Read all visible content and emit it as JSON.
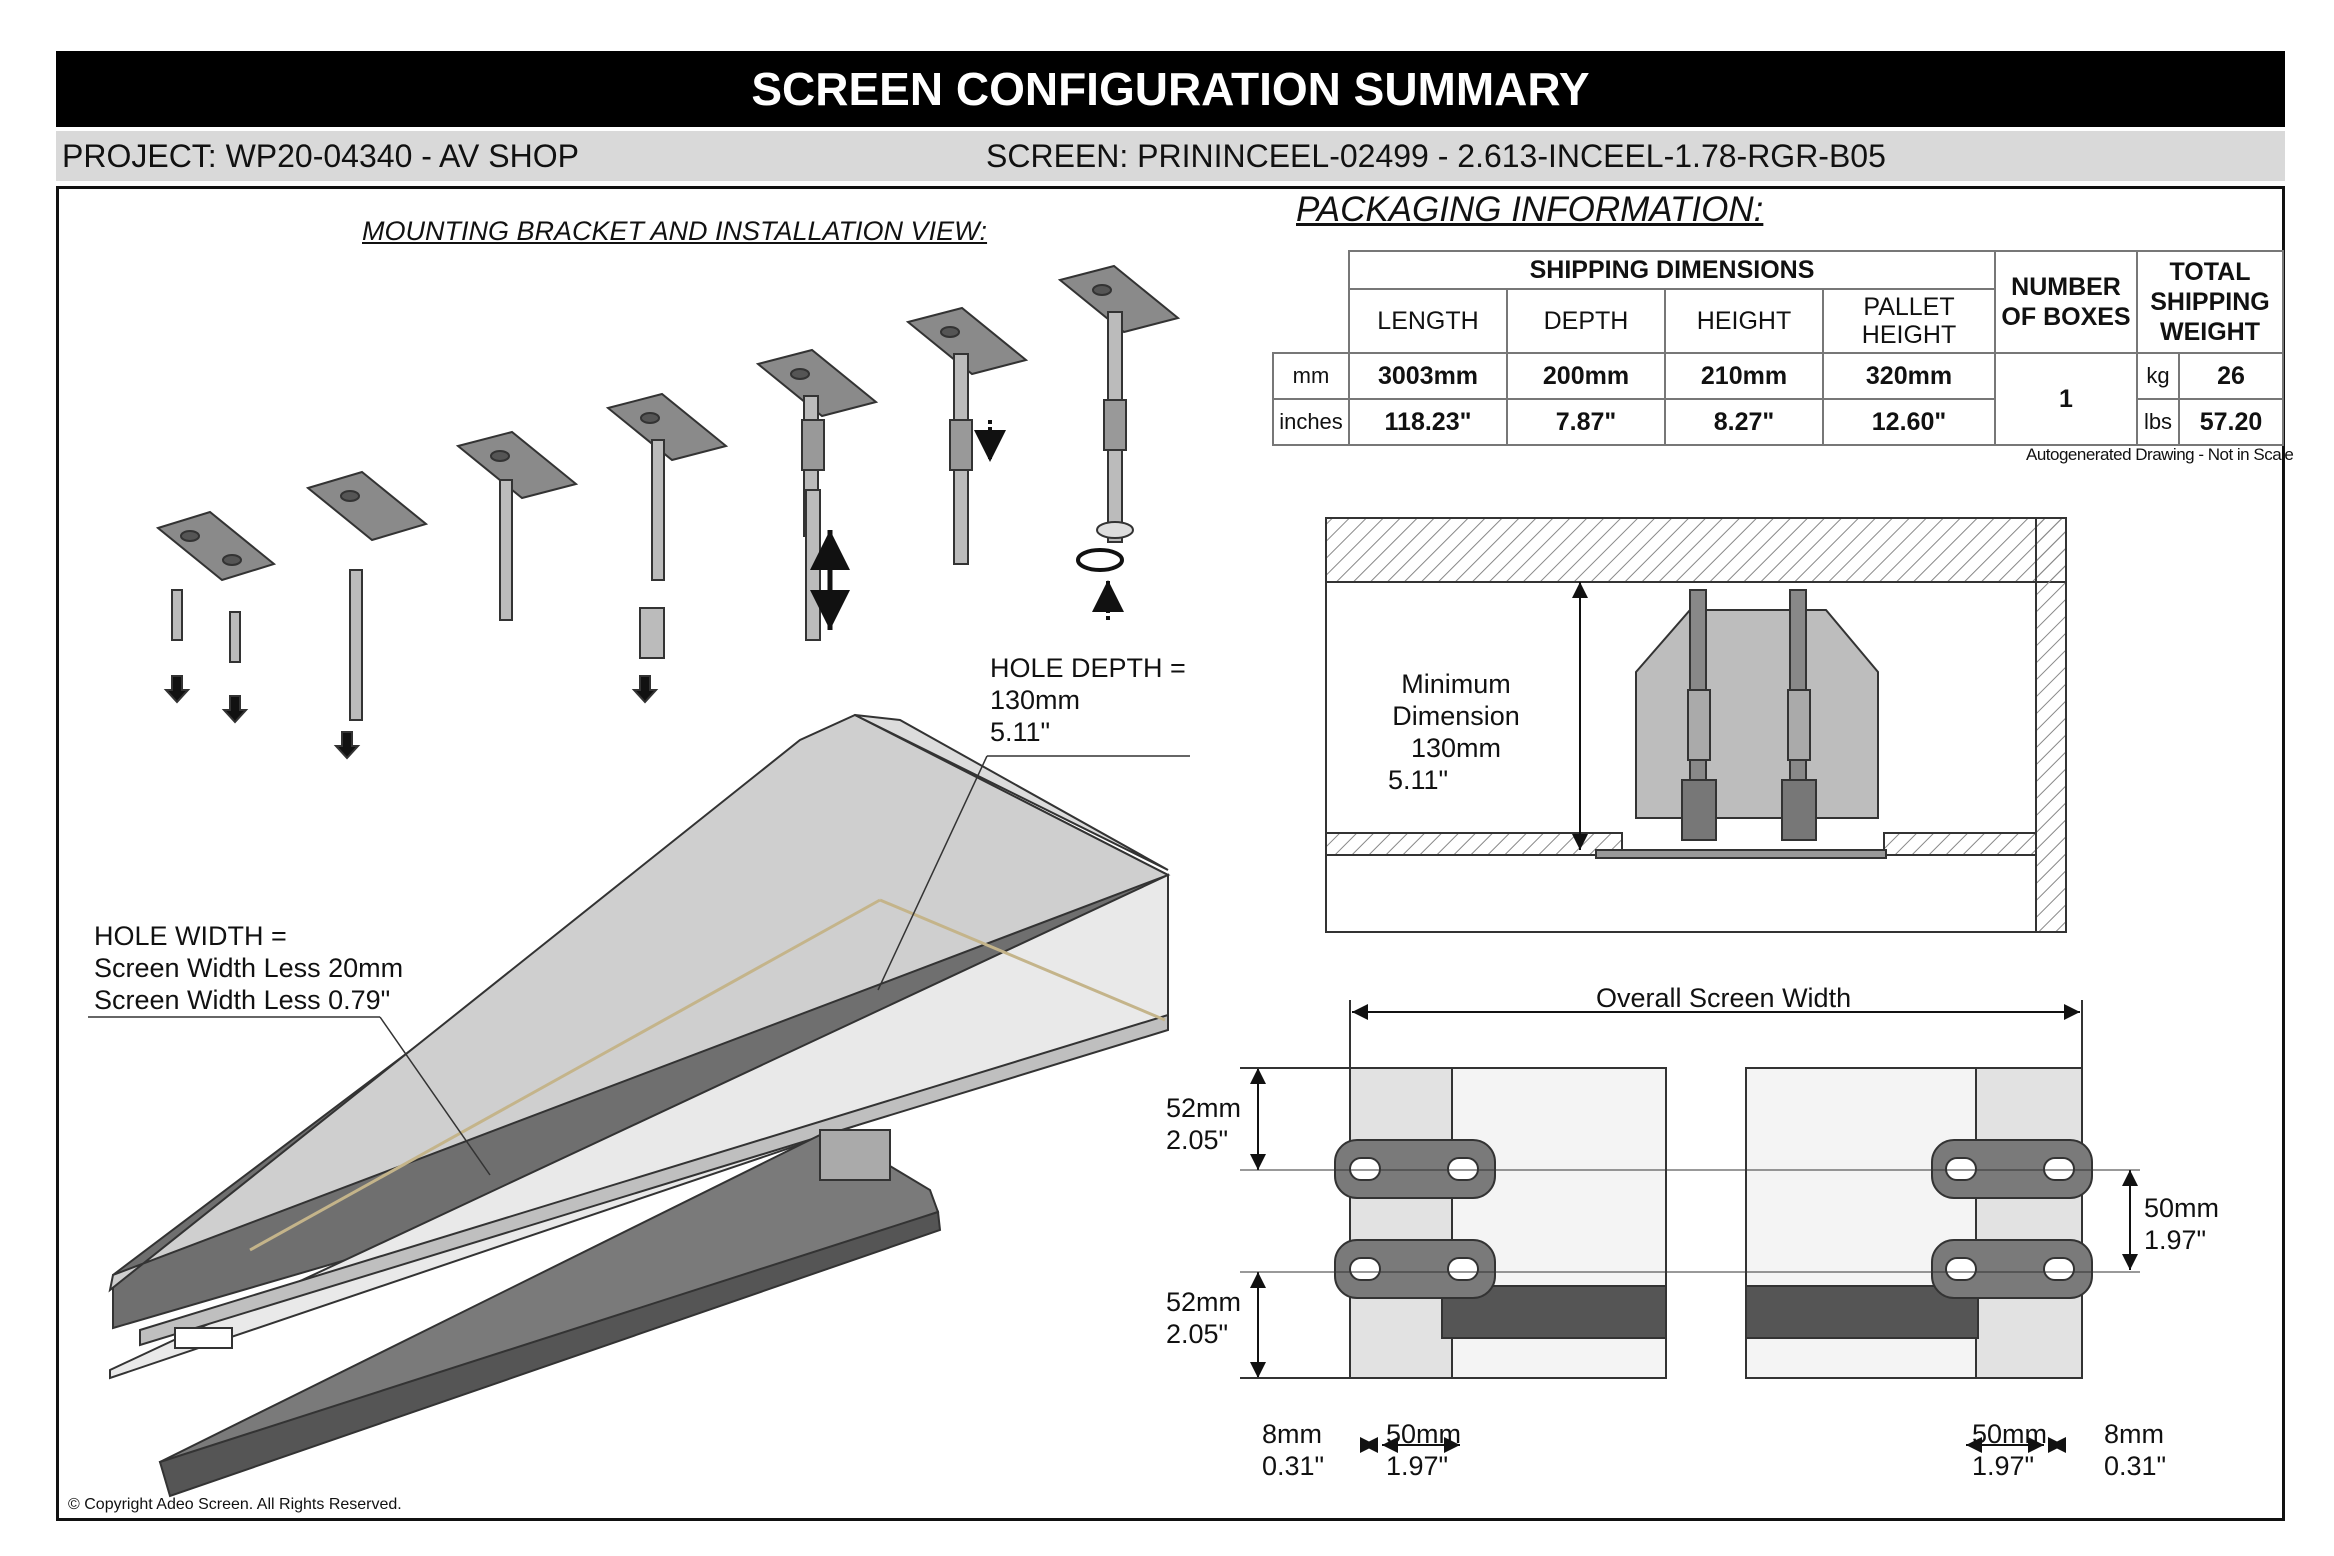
{
  "header": {
    "title": "SCREEN CONFIGURATION SUMMARY",
    "project": "PROJECT: WP20-04340 - AV SHOP",
    "screen": "SCREEN: PRININCEEL-02499 - 2.613-INCEEL-1.78-RGR-B05"
  },
  "mounting": {
    "title": "MOUNTING BRACKET AND INSTALLATION VIEW:",
    "hole_depth_line1": "HOLE DEPTH =",
    "hole_depth_line2": "130mm",
    "hole_depth_line3": "5.11\"",
    "hole_width_line1": "HOLE WIDTH =",
    "hole_width_line2": "Screen Width Less 20mm",
    "hole_width_line3": "Screen Width Less 0.79\""
  },
  "packaging": {
    "title": "PACKAGING INFORMATION:",
    "shipping_dimensions": "SHIPPING DIMENSIONS",
    "columns": [
      "LENGTH",
      "DEPTH",
      "HEIGHT",
      "PALLET HEIGHT"
    ],
    "boxes_header": "NUMBER OF BOXES",
    "weight_header": "TOTAL SHIPPING WEIGHT",
    "rows": [
      {
        "unit": "mm",
        "length": "3003mm",
        "depth": "200mm",
        "height": "210mm",
        "pallet": "320mm",
        "w_unit": "kg",
        "weight": "26"
      },
      {
        "unit": "inches",
        "length": "118.23\"",
        "depth": "7.87\"",
        "height": "8.27\"",
        "pallet": "12.60\"",
        "w_unit": "lbs",
        "weight": "57.20"
      }
    ],
    "boxes": "1",
    "note": "Autogenerated Drawing - Not in Scale"
  },
  "section_view": {
    "min_dim_line1": "Minimum Dimension",
    "min_dim_line2": "130mm",
    "min_dim_line3": "5.11\""
  },
  "plan_view": {
    "overall_width": "Overall Screen Width",
    "top_dim_mm": "52mm",
    "top_dim_in": "2.05\"",
    "bottom_dim_mm": "52mm",
    "bottom_dim_in": "2.05\"",
    "right_dim_mm": "50mm",
    "right_dim_in": "1.97\"",
    "left_8_mm": "8mm",
    "left_8_in": "0.31\"",
    "left_50_mm": "50mm",
    "left_50_in": "1.97\"",
    "right_50_mm": "50mm",
    "right_50_in": "1.97\"",
    "right_8_mm": "8mm",
    "right_8_in": "0.31\""
  },
  "footer": {
    "copyright": "© Copyright Adeo Screen. All Rights Reserved."
  }
}
